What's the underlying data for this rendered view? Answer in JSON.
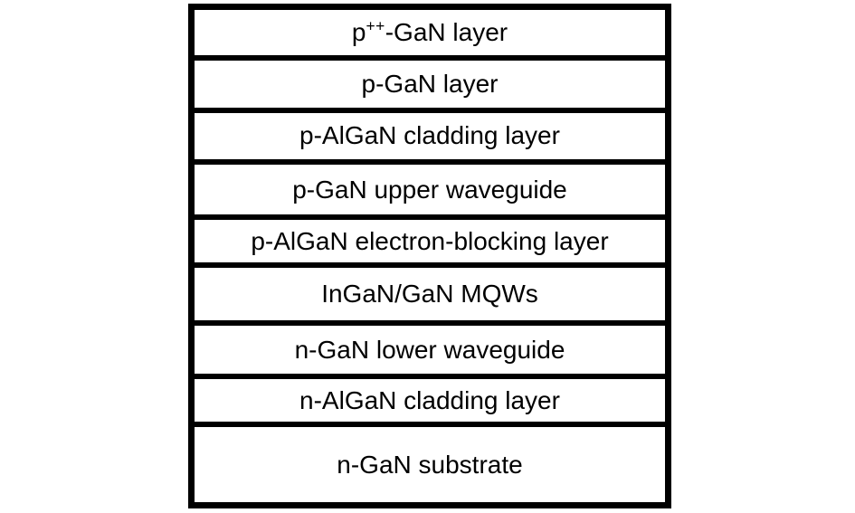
{
  "diagram": {
    "kind": "semiconductor-layer-stack",
    "layers": [
      {
        "pre": "p",
        "sup": "++",
        "post": "-GaN layer",
        "height_ratio": 56
      },
      {
        "pre": "",
        "sup": "",
        "post": "p-GaN layer",
        "height_ratio": 58
      },
      {
        "pre": "",
        "sup": "",
        "post": "p-AlGaN cladding layer",
        "height_ratio": 58
      },
      {
        "pre": "",
        "sup": "",
        "post": "p-GaN upper waveguide",
        "height_ratio": 62
      },
      {
        "pre": "",
        "sup": "",
        "post": "p-AlGaN electron-blocking layer",
        "height_ratio": 52
      },
      {
        "pre": "",
        "sup": "",
        "post": "InGaN/GaN MQWs",
        "height_ratio": 66
      },
      {
        "pre": "",
        "sup": "",
        "post": "n-GaN lower waveguide",
        "height_ratio": 59
      },
      {
        "pre": "",
        "sup": "",
        "post": "n-AlGaN cladding layer",
        "height_ratio": 53
      },
      {
        "pre": "",
        "sup": "",
        "post": "n-GaN substrate",
        "height_ratio": 93
      }
    ]
  },
  "colors": {
    "border": "#000000",
    "text": "#000000",
    "background": "#ffffff"
  }
}
